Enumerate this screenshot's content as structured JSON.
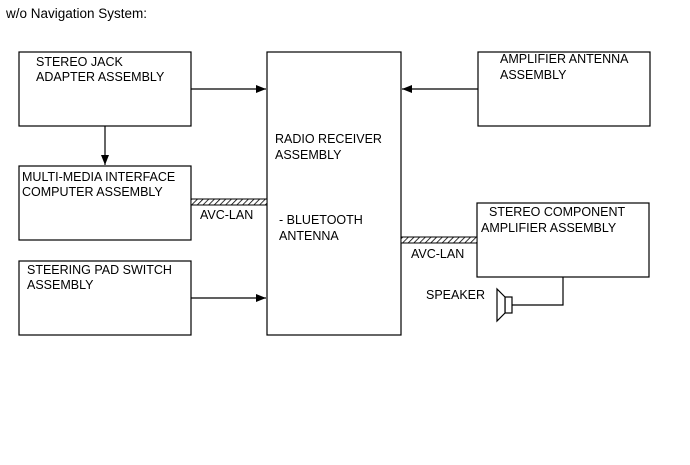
{
  "title": "w/o Navigation System:",
  "blocks": {
    "stereo_jack": [
      "STEREO JACK",
      "ADAPTER ASSEMBLY"
    ],
    "multimedia": [
      "MULTI-MEDIA INTERFACE",
      "COMPUTER ASSEMBLY"
    ],
    "steering": [
      "STEERING PAD SWITCH",
      "ASSEMBLY"
    ],
    "radio": [
      "RADIO RECEIVER",
      "ASSEMBLY"
    ],
    "radio_sub": [
      "- BLUETOOTH",
      "ANTENNA"
    ],
    "amp_antenna": [
      "AMPLIFIER ANTENNA",
      "ASSEMBLY"
    ],
    "stereo_component": [
      "STEREO COMPONENT",
      "AMPLIFIER ASSEMBLY"
    ]
  },
  "bus_label_left": "AVC-LAN",
  "bus_label_right": "AVC-LAN",
  "speaker_label": "SPEAKER"
}
